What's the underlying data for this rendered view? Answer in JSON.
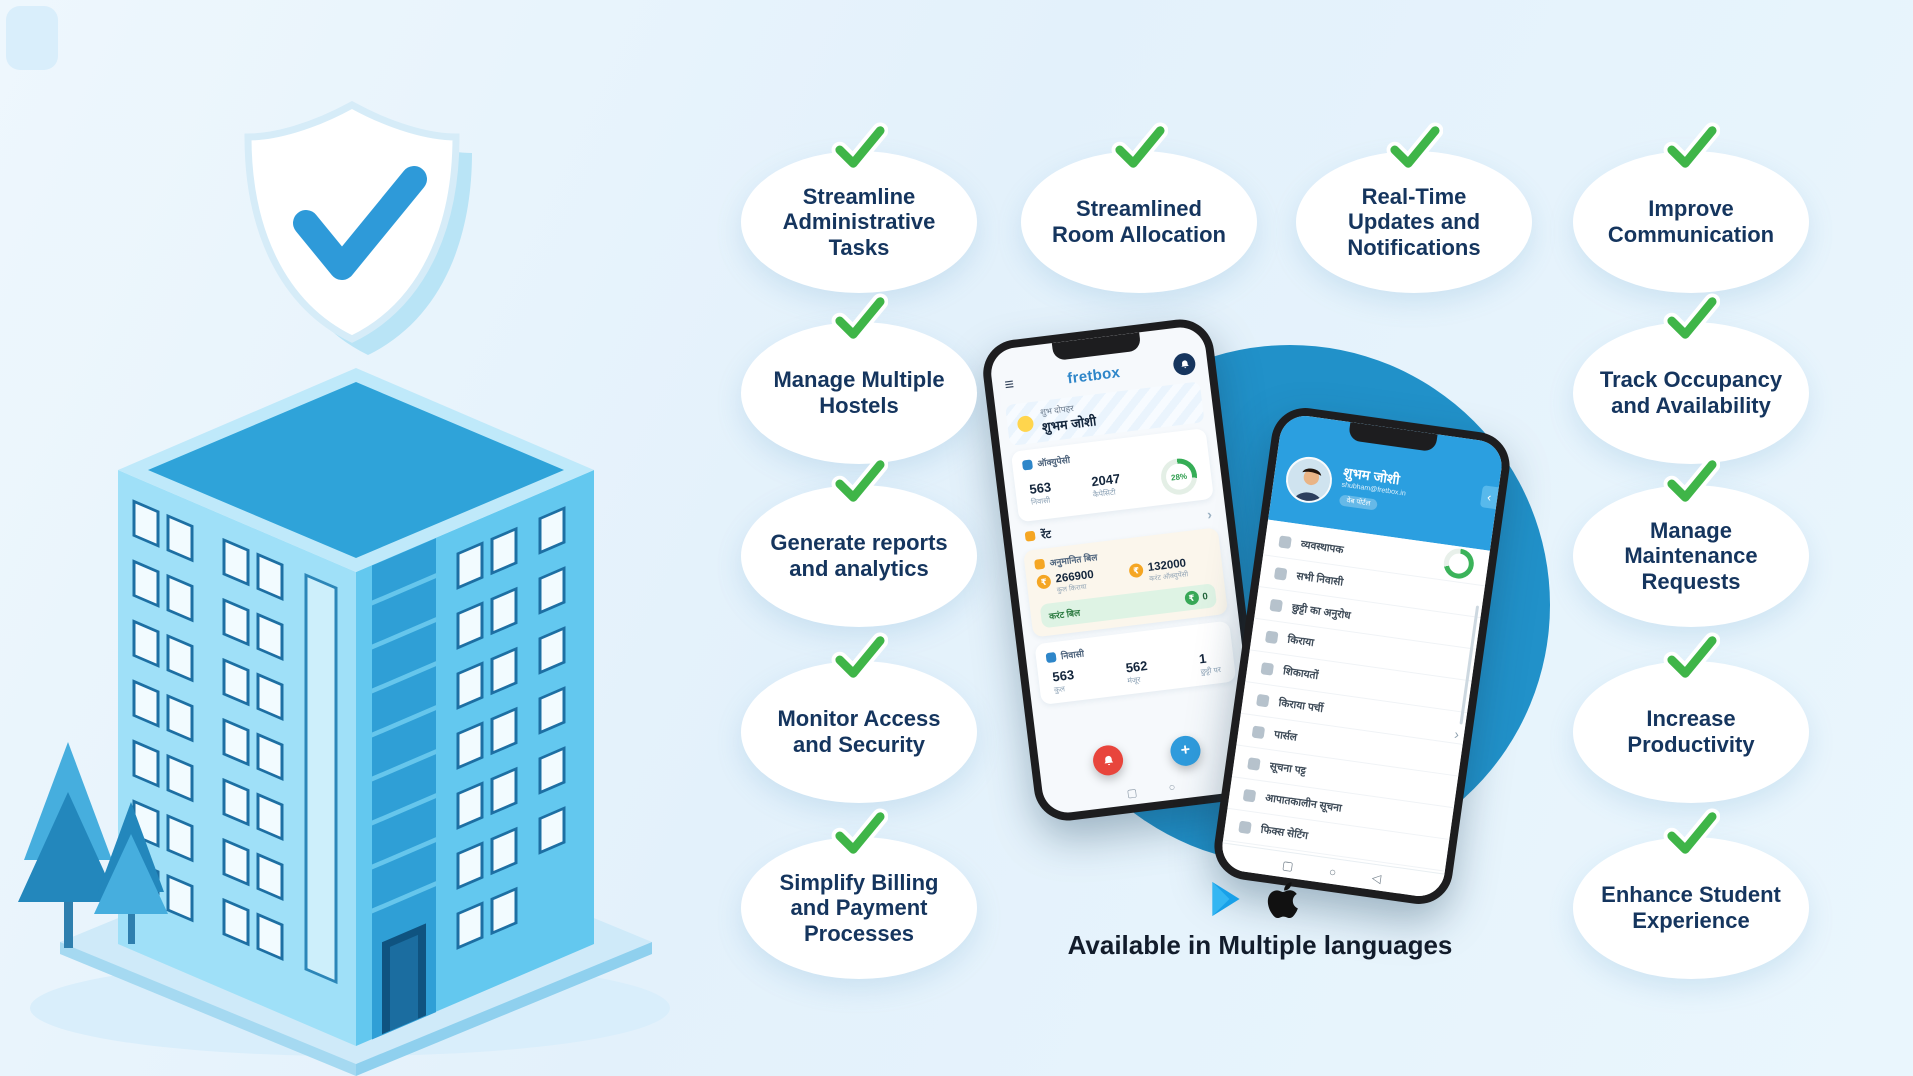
{
  "features": [
    "Streamline Administrative Tasks",
    "Manage Multiple Hostels",
    "Generate reports and analytics",
    "Monitor Access and Security",
    "Simplify Billing and Payment Processes",
    "Streamlined Room Allocation",
    "Real-Time Updates and Notifications",
    "Improve Communication",
    "Track Occupancy and Availability",
    "Manage Maintenance Requests",
    "Increase Productivity",
    "Enhance Student Experience"
  ],
  "phone1": {
    "logo": "fretbox",
    "greeting": "शुभ दोपहर",
    "user": "शुभम जोशी",
    "occupancy": {
      "label": "ऑक्युपेसी",
      "residents": "563",
      "residents_label": "निवासी",
      "capacity": "2047",
      "capacity_label": "कैपेसिटी",
      "percent": "28%"
    },
    "rent": {
      "label": "रेंट",
      "bill_label": "अनुमानित बिल",
      "total": "266900",
      "total_label": "कुल किराया",
      "current": "132000",
      "current_label": "करंट ऑक्युपेंसी",
      "current_bill_label": "करंट बिल",
      "current_bill_value": "0"
    },
    "residents": {
      "label": "निवासी",
      "total": "563",
      "total_label": "कुल",
      "approved": "562",
      "approved_label": "मंजूर",
      "leave": "1",
      "leave_label": "छुट्टी पर"
    }
  },
  "phone2": {
    "name": "शुभम जोशी",
    "email": "shubham@fretbox.in",
    "badge": "वेब पोर्टल",
    "menu": [
      "व्यवस्थापक",
      "सभी निवासी",
      "छुट्टी का अनुरोध",
      "किराया",
      "शिकायतों",
      "किराया पर्ची",
      "पार्सल",
      "सूचना पट्ट",
      "आपातकालीन सूचना",
      "फिक्स सेटिंग"
    ]
  },
  "footer": {
    "caption": "Available in Multiple languages"
  },
  "glyphs": {
    "hamburger": "≡",
    "chevron_right": "›",
    "chevron_left": "‹",
    "plus": "+",
    "rupee": "₹",
    "nav_square": "▢",
    "nav_circle": "○",
    "nav_back": "◁"
  },
  "icons": {
    "check": "green-check-icon",
    "shield": "shield-check-icon",
    "google_play": "google-play-icon",
    "apple": "apple-icon"
  },
  "colors": {
    "accent_blue": "#2b9fe0",
    "circle_blue": "#2191c9",
    "check_green": "#3fb548",
    "text_navy": "#15355e"
  }
}
